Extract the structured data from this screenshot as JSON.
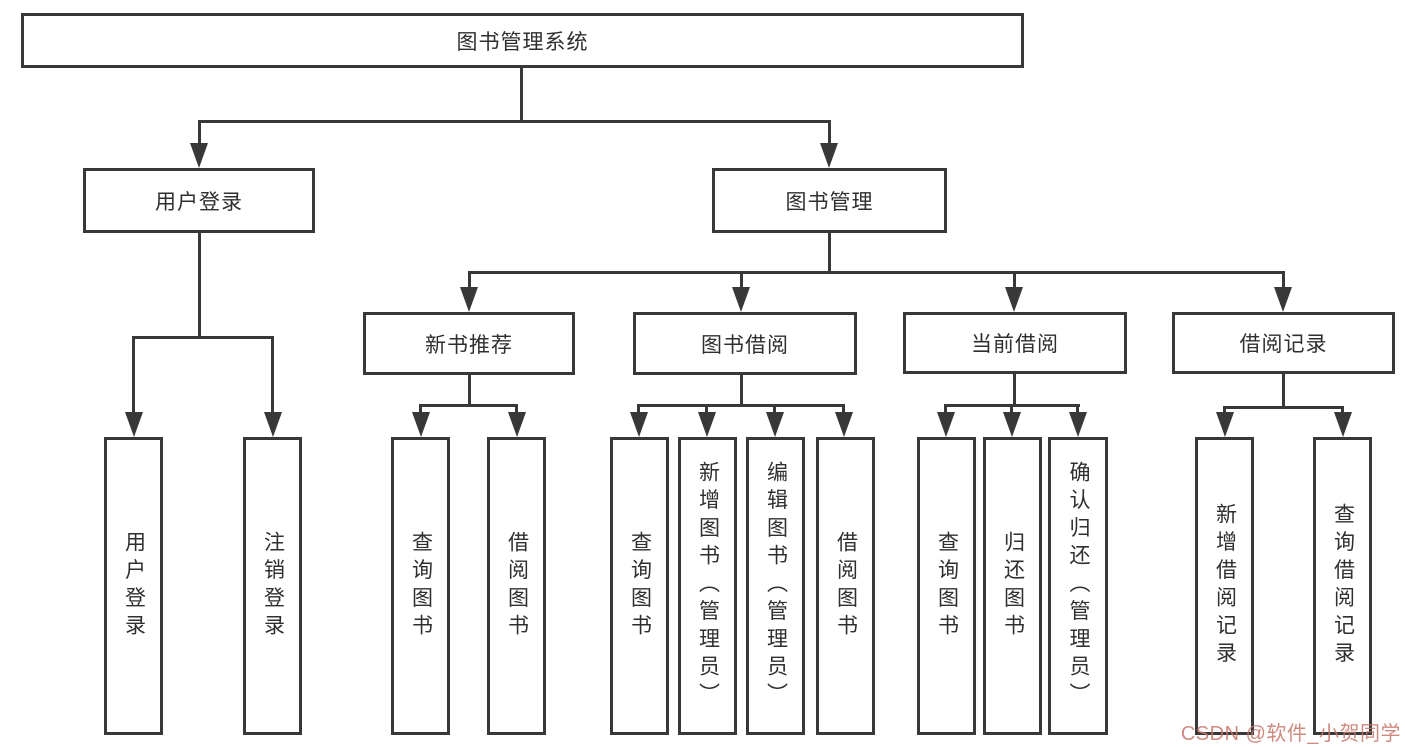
{
  "diagram": {
    "root": "图书管理系统",
    "branches": [
      {
        "label": "用户登录",
        "children": [
          "用户登录",
          "注销登录"
        ]
      },
      {
        "label": "图书管理",
        "groups": [
          {
            "label": "新书推荐",
            "children": [
              "查询图书",
              "借阅图书"
            ]
          },
          {
            "label": "图书借阅",
            "children": [
              "查询图书",
              "新增图书（管理员）",
              "编辑图书（管理员）",
              "借阅图书"
            ]
          },
          {
            "label": "当前借阅",
            "children": [
              "查询图书",
              "归还图书",
              "确认归还（管理员）"
            ]
          },
          {
            "label": "借阅记录",
            "children": [
              "新增借阅记录",
              "查询借阅记录"
            ]
          }
        ]
      }
    ]
  },
  "watermark": "CSDN @软件_小贺同学",
  "colors": {
    "line": "#383838",
    "text": "#2f2f2f",
    "background": "#ffffff",
    "watermark": "#c5766a"
  }
}
